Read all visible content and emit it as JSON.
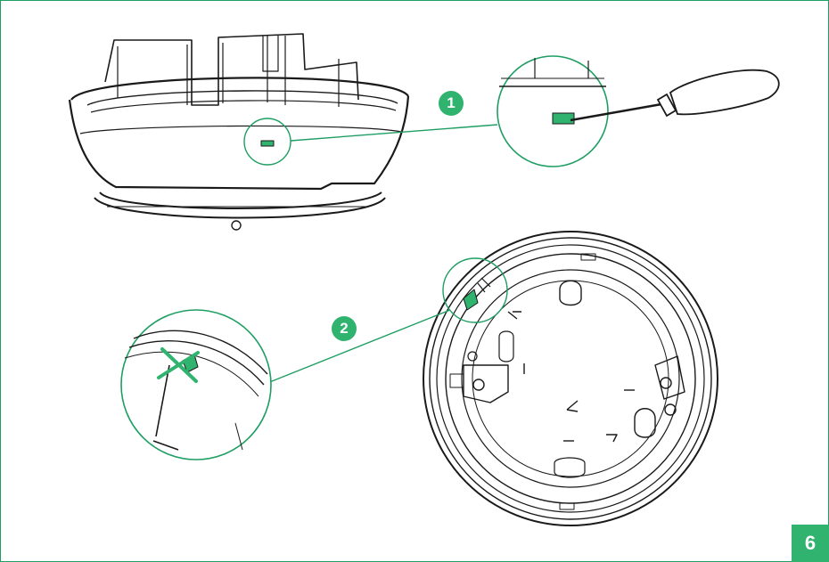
{
  "steps": [
    {
      "number": "1"
    },
    {
      "number": "2"
    }
  ],
  "page": {
    "number": "6"
  },
  "colors": {
    "accent": "#2fb36e",
    "line": "#1a1a1a",
    "callout": "#1f9e63"
  },
  "icons": [
    "screwdriver-icon",
    "cross-mark-icon",
    "latch-tab-icon"
  ]
}
